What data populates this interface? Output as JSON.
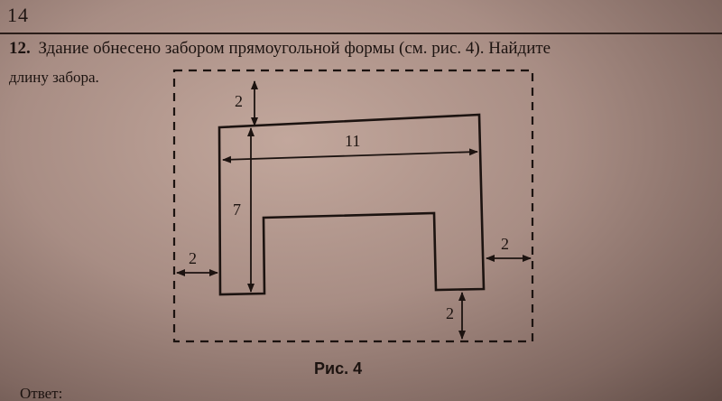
{
  "page_number": "14",
  "problem": {
    "number": "12.",
    "text_line1": "Здание обнесено забором прямоугольной формы (см. рис. 4). Найдите",
    "text_line2": "длину забора."
  },
  "figure": {
    "caption": "Рис. 4",
    "dimensions": {
      "top_gap": "2",
      "building_width": "11",
      "building_height": "7",
      "left_gap": "2",
      "right_gap": "2",
      "bottom_gap": "2"
    }
  },
  "answer_label": "Ответ:"
}
